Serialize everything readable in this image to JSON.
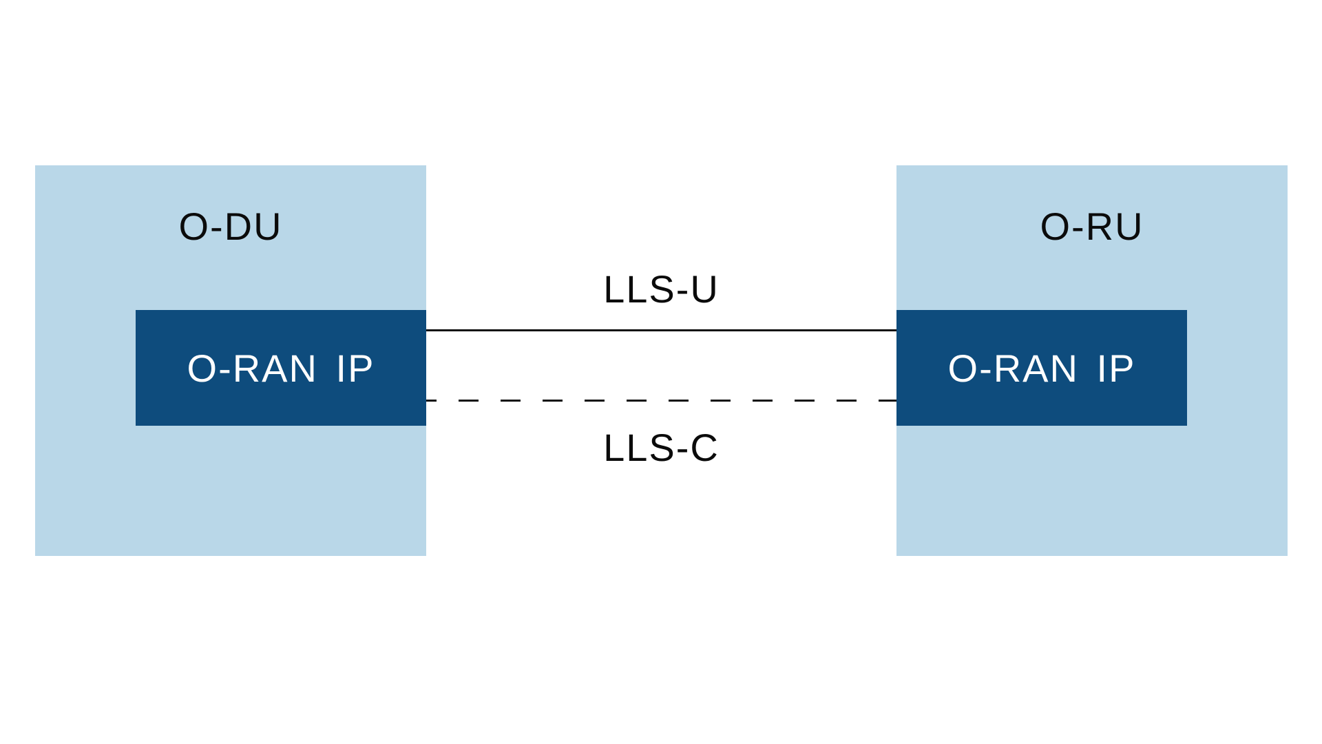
{
  "colors": {
    "node_fill": "#b9d7e8",
    "chip_fill": "#0e4c7d",
    "chip_text": "#ffffff",
    "text": "#0b0b0b",
    "line": "#111111",
    "background": "#ffffff"
  },
  "diagram": {
    "nodes": [
      {
        "id": "o-du",
        "label": "O-DU",
        "chip": "O-RAN IP"
      },
      {
        "id": "o-ru",
        "label": "O-RU",
        "chip": "O-RAN IP"
      }
    ],
    "links": [
      {
        "label": "LLS-U",
        "style": "solid",
        "from": "o-du",
        "to": "o-ru"
      },
      {
        "label": "LLS-C",
        "style": "dashed",
        "from": "o-du",
        "to": "o-ru"
      }
    ]
  }
}
